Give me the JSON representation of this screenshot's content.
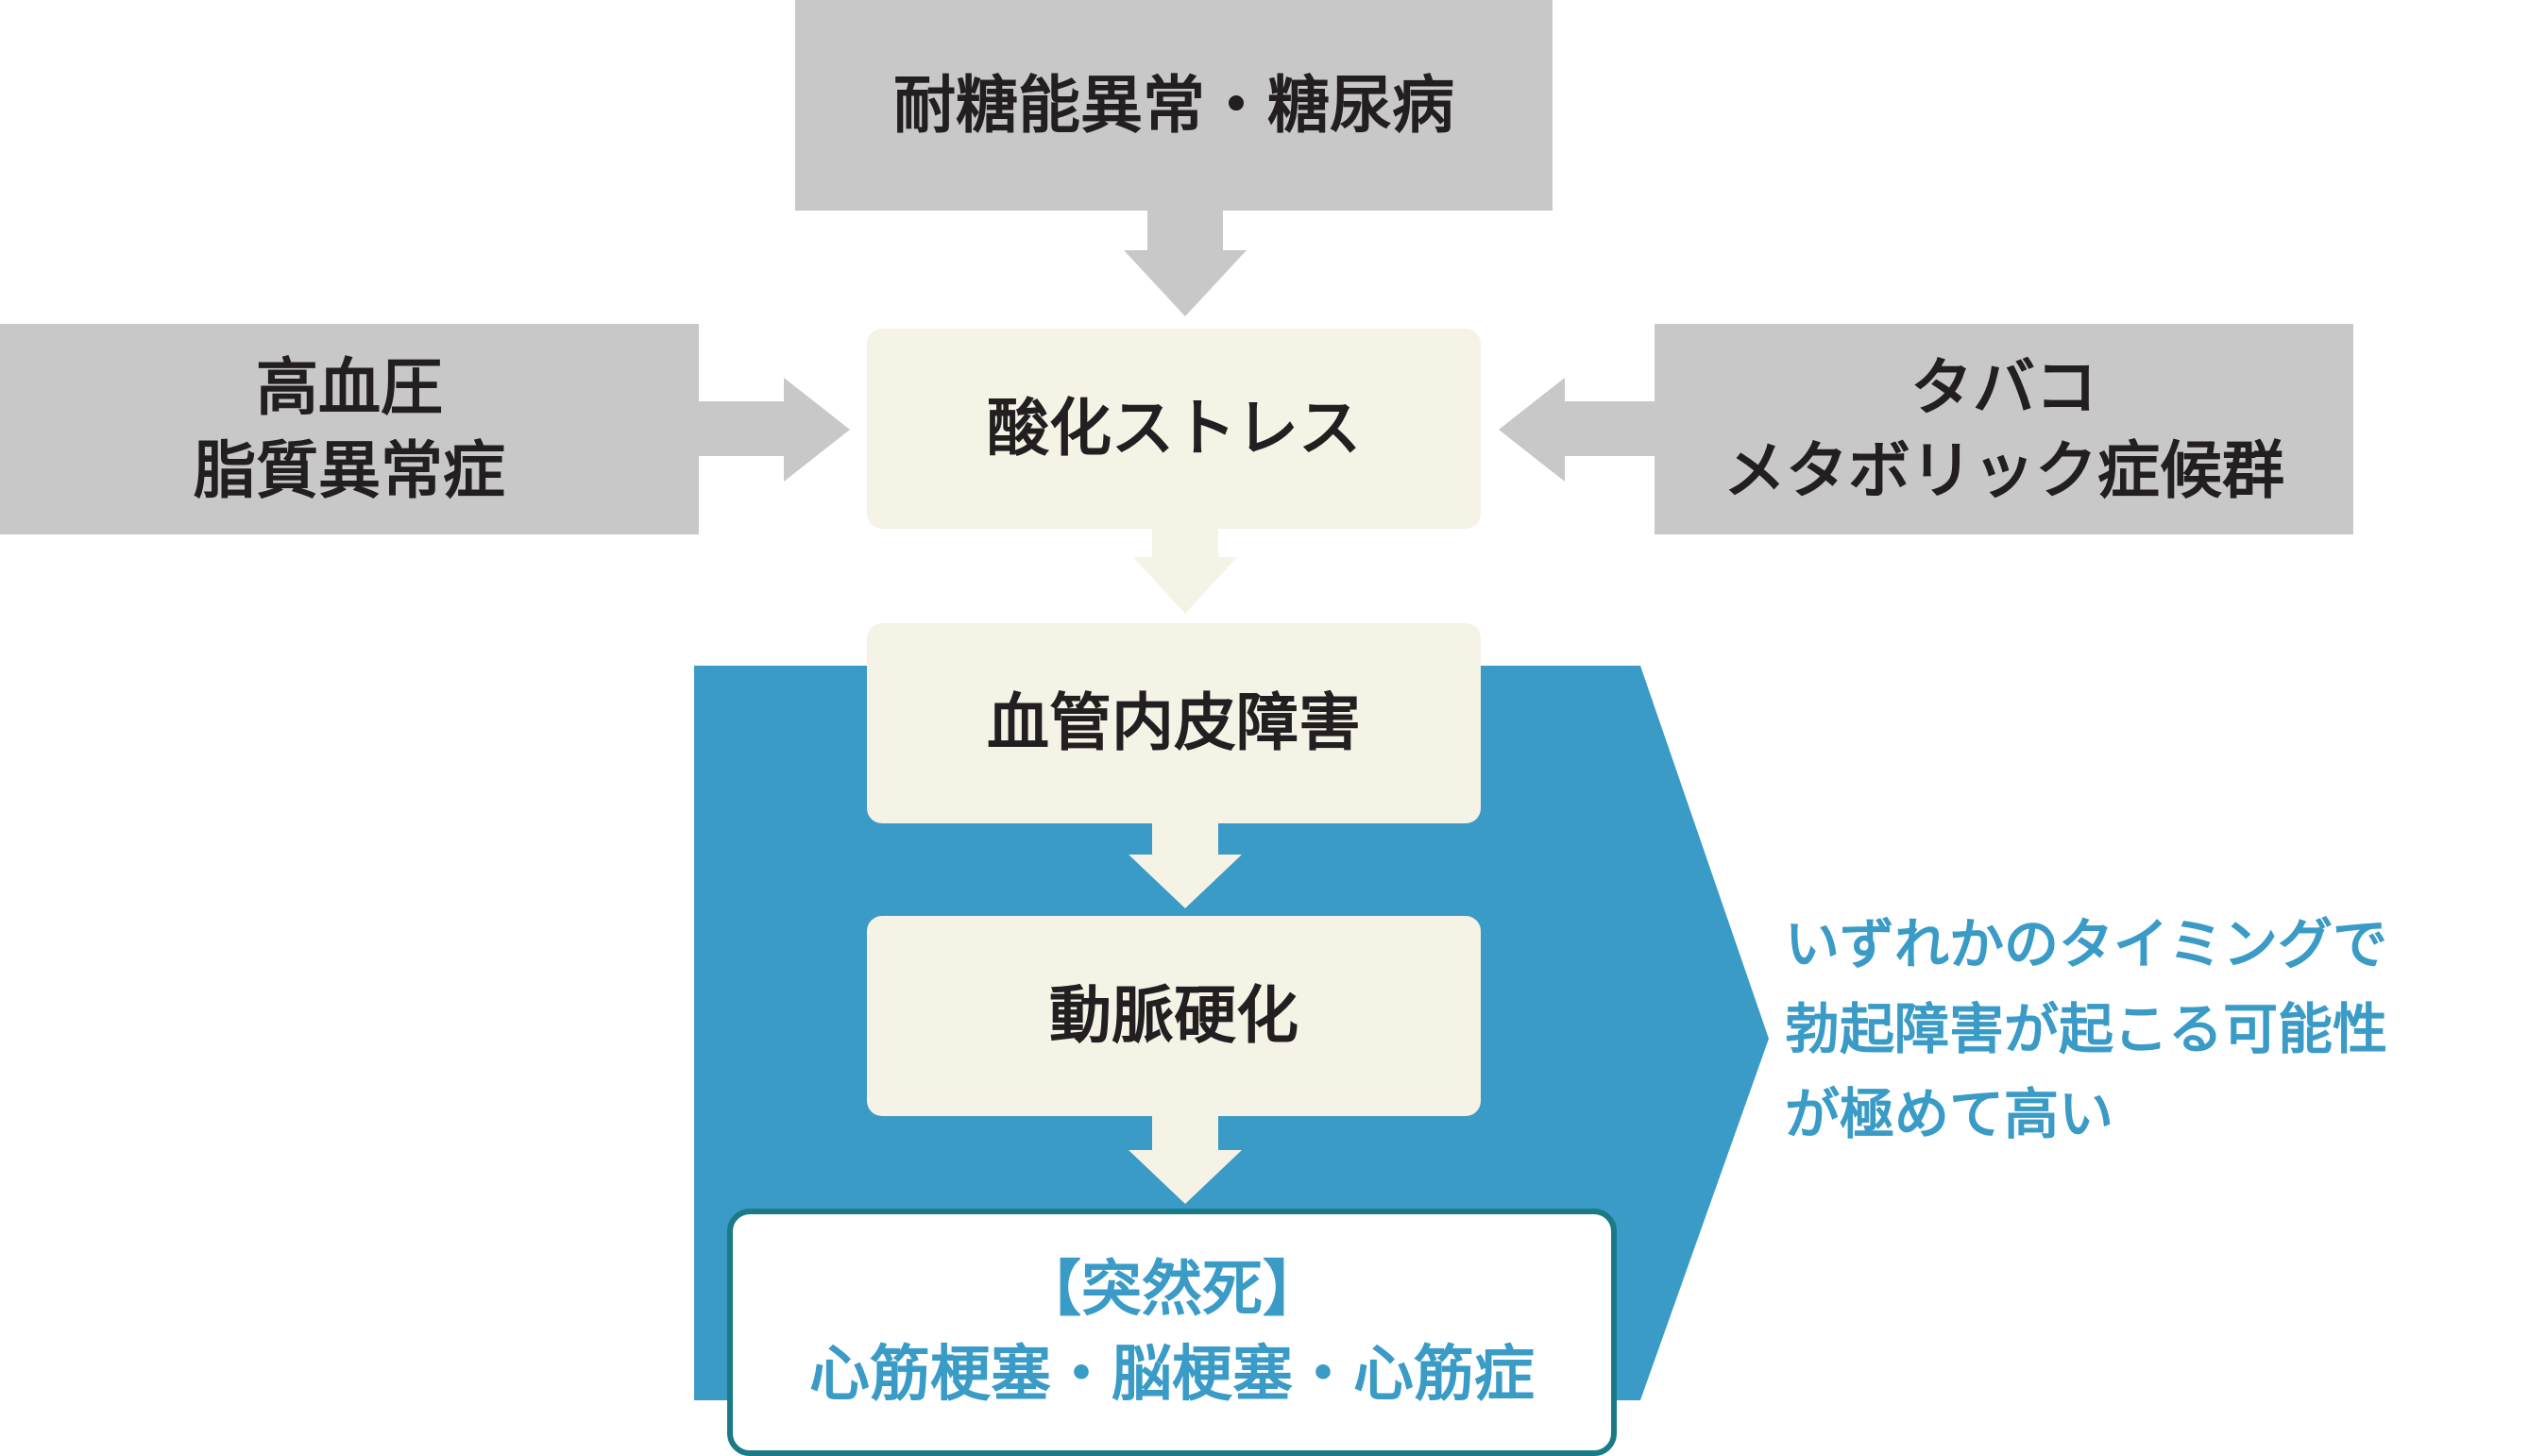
{
  "colors": {
    "grey_box": "#c8c8c8",
    "grey_arrow": "#c8c8c8",
    "cream_box": "#f5f2e6",
    "cream_arrow": "#f5f2e6",
    "blue_region": "#3a9bc7",
    "final_border": "#1b7a86",
    "accent_text": "#3a9bc7",
    "dark_text": "#231f20"
  },
  "risk_factors": {
    "top": "耐糖能異常・糖尿病",
    "left_line1": "高血圧",
    "left_line2": "脂質異常症",
    "right_line1": "タバコ",
    "right_line2": "メタボリック症候群"
  },
  "flow": {
    "step1": "酸化ストレス",
    "step2": "血管内皮障害",
    "step3": "動脈硬化"
  },
  "outcome": {
    "line1": "【突然死】",
    "line2": "心筋梗塞・脳梗塞・心筋症"
  },
  "note": {
    "line1": "いずれかのタイミングで",
    "line2": "勃起障害が起こる可能性",
    "line3": "が極めて高い"
  }
}
